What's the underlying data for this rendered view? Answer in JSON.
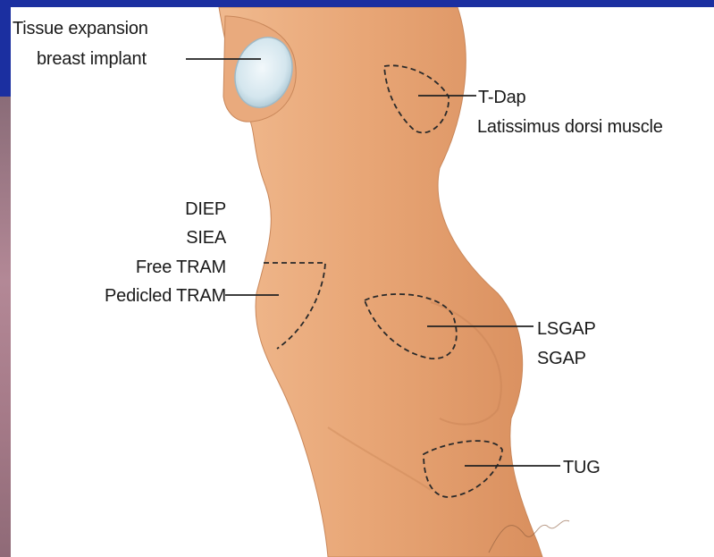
{
  "labels": {
    "tissue_expansion": "Tissue expansion",
    "breast_implant": "breast implant",
    "t_dap": "T-Dap",
    "latissimus": "Latissimus dorsi muscle",
    "diep": "DIEP",
    "siea": "SIEA",
    "free_tram": "Free TRAM",
    "pedicled_tram": "Pedicled TRAM",
    "lsgap": "LSGAP",
    "sgap": "SGAP",
    "tug": "TUG"
  },
  "colors": {
    "slide_background": "#1b2fa0",
    "skin": "#e7a576",
    "implant": "#cfe4ee",
    "outline": "#2a2a2a"
  }
}
